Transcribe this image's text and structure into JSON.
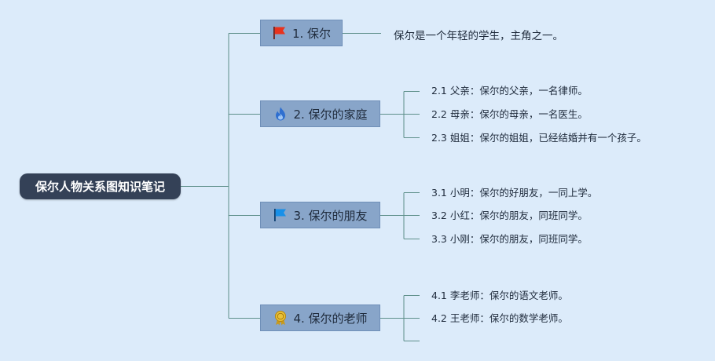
{
  "root": {
    "label": "保尔人物关系图知识笔记"
  },
  "branches": [
    {
      "label": "1. 保尔",
      "icon": "red-flag-icon",
      "desc": "保尔是一个年轻的学生，主角之一。"
    },
    {
      "label": "2. 保尔的家庭",
      "icon": "blue-flame-icon",
      "children": [
        "2.1 父亲：保尔的父亲，一名律师。",
        "2.2 母亲：保尔的母亲，一名医生。",
        "2.3 姐姐：保尔的姐姐，已经结婚并有一个孩子。"
      ]
    },
    {
      "label": "3. 保尔的朋友",
      "icon": "blue-flag-icon",
      "children": [
        "3.1 小明：保尔的好朋友，一同上学。",
        "3.2 小红：保尔的朋友，同班同学。",
        "3.3 小刚：保尔的朋友，同班同学。"
      ]
    },
    {
      "label": "4. 保尔的老师",
      "icon": "gold-medal-icon",
      "children": [
        "4.1 李老师：保尔的语文老师。",
        "4.2 王老师：保尔的数学老师。"
      ]
    }
  ],
  "colors": {
    "background": "#dcebfa",
    "root_fill": "#344157",
    "branch_fill": "#88a5c9",
    "connector": "#5e8f8a"
  }
}
